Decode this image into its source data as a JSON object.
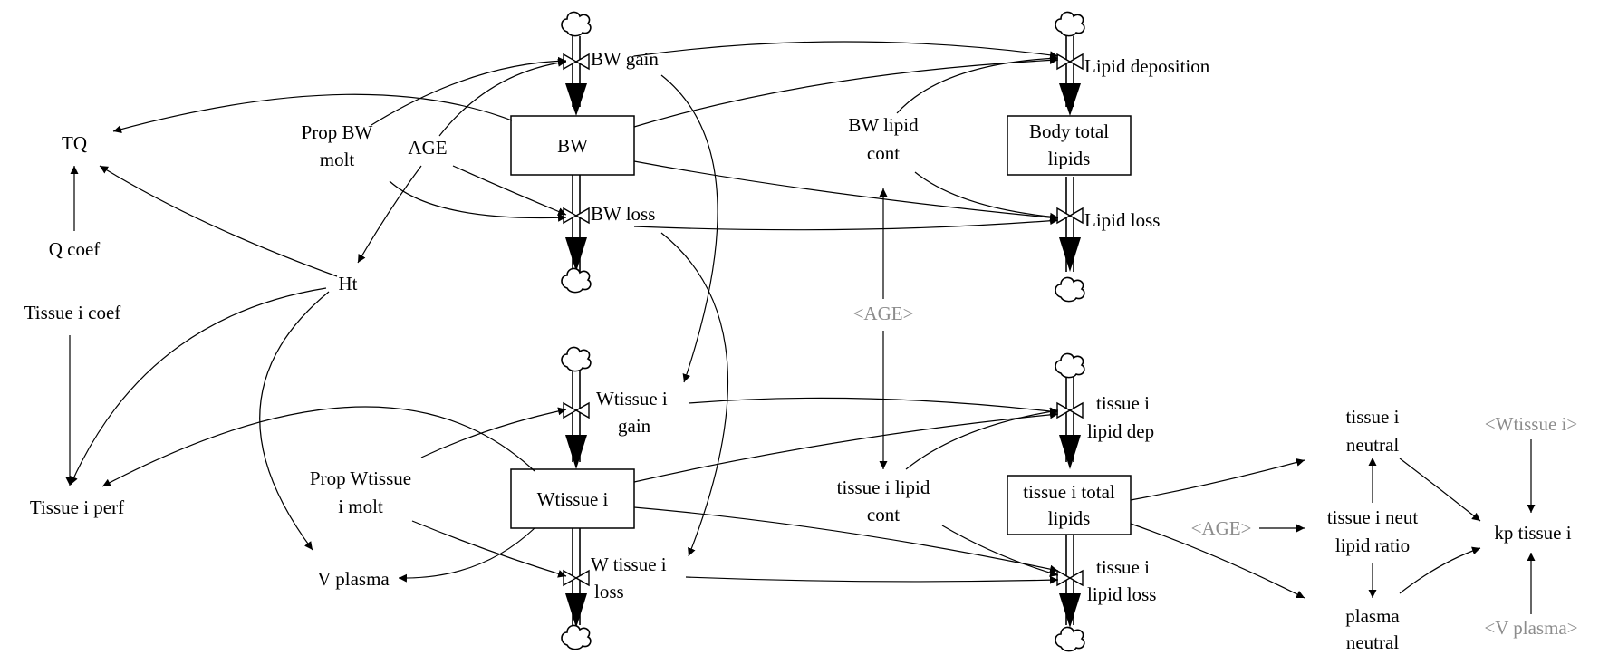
{
  "stocks": {
    "bw": "BW",
    "body_total_lipids": [
      "Body total",
      "lipids"
    ],
    "wtissue_i": "Wtissue i",
    "tissue_i_total_lipids": [
      "tissue i total",
      "lipids"
    ]
  },
  "flows": {
    "bw_gain": "BW gain",
    "bw_loss": "BW loss",
    "lipid_deposition": "Lipid deposition",
    "lipid_loss": "Lipid loss",
    "wtissue_i_gain": [
      "Wtissue i",
      "gain"
    ],
    "w_tissue_i_loss": [
      "W tissue i",
      "loss"
    ],
    "tissue_i_lipid_dep": [
      "tissue i",
      "lipid dep"
    ],
    "tissue_i_lipid_loss": [
      "tissue i",
      "lipid loss"
    ]
  },
  "variables": {
    "tq": "TQ",
    "q_coef": "Q coef",
    "prop_bw_molt": [
      "Prop BW",
      "molt"
    ],
    "age": "AGE",
    "ht": "Ht",
    "tissue_i_coef": "Tissue i coef",
    "tissue_i_perf": "Tissue i perf",
    "prop_wtissue_i_molt": [
      "Prop Wtissue",
      "i molt"
    ],
    "v_plasma": "V plasma",
    "bw_lipid_cont": [
      "BW lipid",
      "cont"
    ],
    "tissue_i_lipid_cont": [
      "tissue i lipid",
      "cont"
    ],
    "tissue_i_neutral": [
      "tissue i",
      "neutral"
    ],
    "tissue_i_neut_lipid_ratio": [
      "tissue i neut",
      "lipid ratio"
    ],
    "plasma_neutral": [
      "plasma",
      "neutral"
    ],
    "kp_tissue_i": "kp tissue i"
  },
  "shadow_variables": {
    "age_mid": "<AGE>",
    "age_right": "<AGE>",
    "wtissue_i_shadow": "<Wtissue i>",
    "v_plasma_shadow": "<V plasma>"
  },
  "colors": {
    "shadow_text": "#8c8c8c",
    "line": "#000000",
    "background": "#ffffff"
  }
}
